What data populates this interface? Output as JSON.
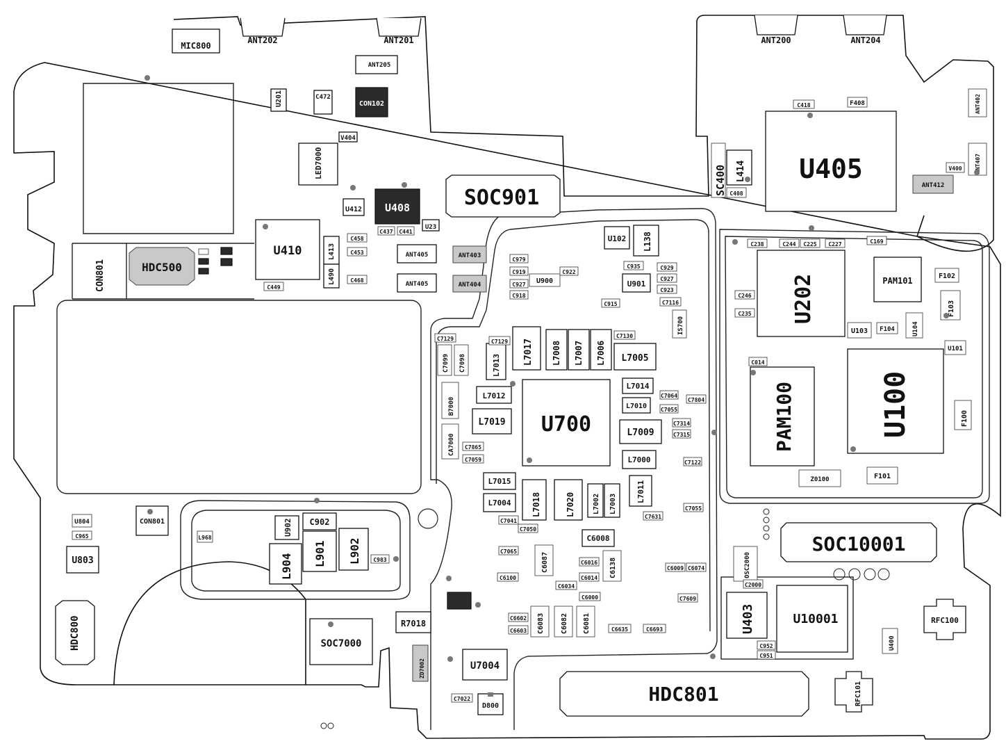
{
  "antennas": {
    "ant202": "ANT202",
    "ant201": "ANT201",
    "ant200": "ANT200",
    "ant204": "ANT204",
    "ant205": "ANT205",
    "ant403": "ANT403",
    "ant404": "ANT404",
    "ant405a": "ANT405",
    "ant405b": "ANT405",
    "ant402": "ANT402",
    "ant412": "ANT412",
    "ant407": "ANT407"
  },
  "connectors": {
    "mic800": "MIC800",
    "con102": "CON102",
    "con801_side": "CON801",
    "con801_box": "CON801",
    "hdc500": "HDC500",
    "hdc800": "HDC800",
    "hdc801": "HDC801",
    "soc901": "SOC901",
    "soc10001": "SOC10001",
    "soc7000": "SOC7000",
    "sc400": "SC400",
    "rfc100": "RFC100",
    "rfc101": "RFC101",
    "osc2000": "OSC2000"
  },
  "ics": {
    "u405": "U405",
    "u700": "U700",
    "u202": "U202",
    "u100": "U100",
    "pam100": "PAM100",
    "pam101": "PAM101",
    "u10001": "U10001",
    "u410": "U410",
    "u408": "U408",
    "u403": "U403",
    "u7004": "U7004",
    "u803": "U803",
    "u201": "U201",
    "u412": "U412",
    "u102": "U102",
    "u103": "U103",
    "u104": "U104",
    "u101": "U101",
    "u900": "U900",
    "u901": "U901",
    "u902": "U902",
    "u23": "U23",
    "u400": "U400",
    "u804": "U804",
    "v404": "V404",
    "v400": "V400",
    "led7000": "LED7000",
    "d800": "D800",
    "is700": "IS700",
    "ca7000": "CA7000",
    "z0100": "Z0100",
    "zd7002": "ZD7002"
  },
  "inductors": {
    "l414": "L414",
    "l138": "L138",
    "l413": "L413",
    "l490": "L490",
    "l7017": "L7017",
    "l7008": "L7008",
    "l7007": "L7007",
    "l7006": "L7006",
    "l7005": "L7005",
    "l7013": "L7013",
    "l7012": "L7012",
    "l7019": "L7019",
    "l7014": "L7014",
    "l7010": "L7010",
    "l7009": "L7009",
    "l7000": "L7000",
    "l7015": "L7015",
    "l7004": "L7004",
    "l7018": "L7018",
    "l7020": "L7020",
    "l7002": "L7002",
    "l7003": "L7003",
    "l7011": "L7011",
    "l904": "L904",
    "l901": "L901",
    "l902": "L902",
    "l968": "L968",
    "f103": "F103",
    "f102": "F102",
    "f104": "F104",
    "f100": "F100",
    "f101": "F101",
    "f408": "F408",
    "r7018": "R7018",
    "b7000": "B7000"
  },
  "passives": {
    "c902": "C902",
    "c472": "C472",
    "c458": "C458",
    "c453": "C453",
    "c449": "C449",
    "c437": "C437",
    "c441": "C441",
    "c468": "C468",
    "c418": "C418",
    "c408": "C408",
    "c238": "C238",
    "c244": "C244",
    "c225": "C225",
    "c227": "C227",
    "c169": "C169",
    "c246": "C246",
    "c235": "C235",
    "c014": "C014",
    "c935": "C935",
    "c929": "C929",
    "c927a": "C927",
    "c927b": "C927",
    "c923": "C923",
    "c979": "C979",
    "c919": "C919",
    "c918": "C918",
    "c922": "C922",
    "c915": "C915",
    "c7116": "C7116",
    "c7129a": "C7129",
    "c7129b": "C7129",
    "c7099": "C7099",
    "c7098": "C7098",
    "c7130": "C7130",
    "c7064": "C7064",
    "c7055a": "C7055",
    "c7055b": "C7055",
    "c6008": "C6008",
    "c6138": "C6138",
    "c6087": "C6087",
    "c6083": "C6083",
    "c6082": "C6082",
    "c6081": "C6081",
    "c6016": "C6016",
    "c6014": "C6014",
    "c6034": "C6034",
    "c6603": "C6603",
    "c6602": "C6602",
    "c6100": "C6100",
    "c7041": "C7041",
    "c7050": "C7050",
    "c7065": "C7065",
    "c7865": "C7865",
    "c7059": "C7059",
    "c7631": "C7631",
    "c7314": "C7314",
    "c7315": "C7315",
    "c7122": "C7122",
    "c7804": "C7804",
    "c2000": "C2000",
    "c952": "C952",
    "c951": "C951",
    "c983": "C983",
    "c965": "C965",
    "c7022": "C7022",
    "c6000": "C6000",
    "c6635": "C6635",
    "c6693": "C6693",
    "c6009": "C6009",
    "c6074": "C6074",
    "c7609": "C7609"
  }
}
